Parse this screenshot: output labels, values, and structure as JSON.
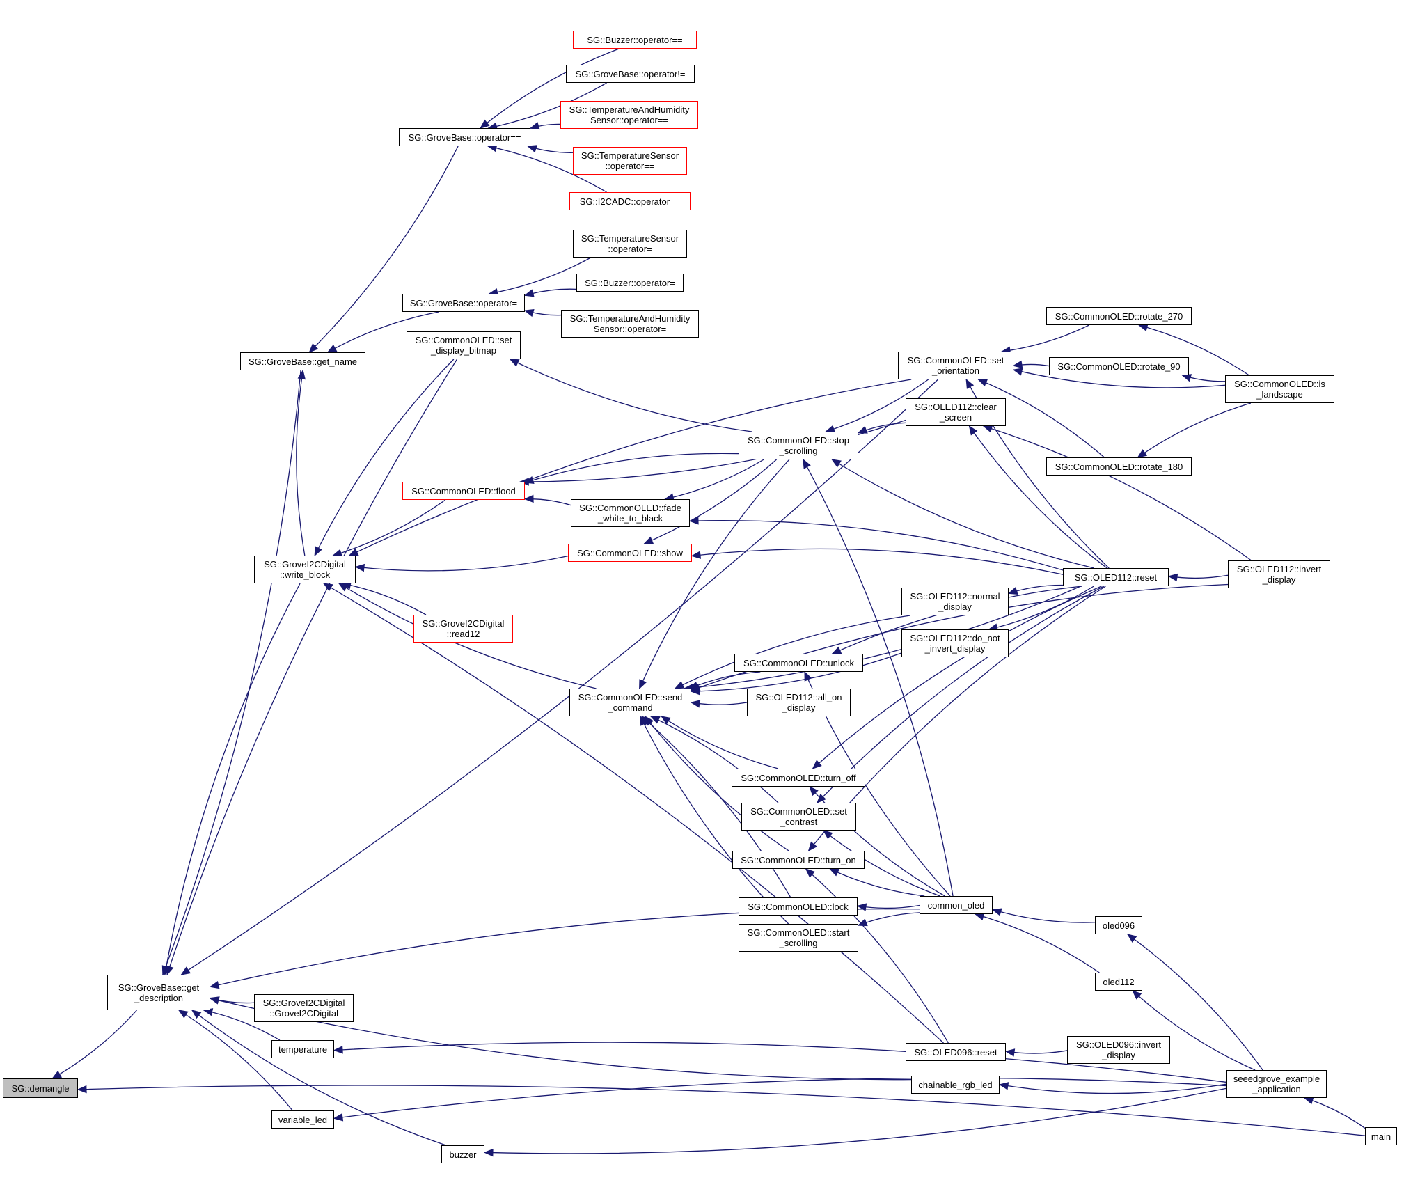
{
  "graph": {
    "type": "doxygen-caller-graph",
    "root": "demangle",
    "edge_color": "#191970",
    "highlight_border_color": "#ff0000",
    "root_fill_color": "#bfbfbf",
    "nodes": {
      "demangle": "SG::demangle",
      "get_description": "SG::GroveBase::get\n_description",
      "get_name": "SG::GroveBase::get_name",
      "gb_op_eq": "SG::GroveBase::operator==",
      "gb_op_assign": "SG::GroveBase::operator=",
      "buzzer_op_eq": "SG::Buzzer::operator==",
      "gb_op_neq": "SG::GroveBase::operator!=",
      "th_op_eq": "SG::TemperatureAndHumidity\nSensor::operator==",
      "ts_op_eq": "SG::TemperatureSensor\n::operator==",
      "i2cadc_op_eq": "SG::I2CADC::operator==",
      "ts_op_assign": "SG::TemperatureSensor\n::operator=",
      "buzzer_op_assign": "SG::Buzzer::operator=",
      "th_op_assign": "SG::TemperatureAndHumidity\nSensor::operator=",
      "set_display_bitmap": "SG::CommonOLED::set\n_display_bitmap",
      "write_block": "SG::GroveI2CDigital\n::write_block",
      "flood": "SG::CommonOLED::flood",
      "read12": "SG::GroveI2CDigital\n::read12",
      "show": "SG::CommonOLED::show",
      "fade_white_to_black": "SG::CommonOLED::fade\n_white_to_black",
      "stop_scrolling": "SG::CommonOLED::stop\n_scrolling",
      "set_orientation": "SG::CommonOLED::set\n_orientation",
      "clear_screen": "SG::OLED112::clear\n_screen",
      "rotate_270": "SG::CommonOLED::rotate_270",
      "rotate_90": "SG::CommonOLED::rotate_90",
      "rotate_180": "SG::CommonOLED::rotate_180",
      "is_landscape": "SG::CommonOLED::is\n_landscape",
      "oled112_reset": "SG::OLED112::reset",
      "oled112_invert": "SG::OLED112::invert\n_display",
      "normal_display": "SG::OLED112::normal\n_display",
      "do_not_invert": "SG::OLED112::do_not\n_invert_display",
      "unlock": "SG::CommonOLED::unlock",
      "all_on": "SG::OLED112::all_on\n_display",
      "send_command": "SG::CommonOLED::send\n_command",
      "turn_off": "SG::CommonOLED::turn_off",
      "set_contrast": "SG::CommonOLED::set\n_contrast",
      "turn_on": "SG::CommonOLED::turn_on",
      "lock": "SG::CommonOLED::lock",
      "start_scrolling": "SG::CommonOLED::start\n_scrolling",
      "common_oled": "common_oled",
      "oled096": "oled096",
      "oled112": "oled112",
      "oled096_reset": "SG::OLED096::reset",
      "oled096_invert": "SG::OLED096::invert\n_display",
      "i2c_ctor": "SG::GroveI2CDigital\n::GroveI2CDigital",
      "temperature": "temperature",
      "chainable_rgb_led": "chainable_rgb_led",
      "variable_led": "variable_led",
      "buzzer": "buzzer",
      "seeedgrove_app": "seeedgrove_example\n_application",
      "main": "main"
    },
    "red_nodes": [
      "buzzer_op_eq",
      "th_op_eq",
      "ts_op_eq",
      "i2cadc_op_eq",
      "flood",
      "read12",
      "show"
    ],
    "edges": [
      [
        "get_description",
        "demangle"
      ],
      [
        "main",
        "demangle"
      ],
      [
        "get_name",
        "get_description"
      ],
      [
        "write_block",
        "get_description"
      ],
      [
        "set_orientation",
        "get_description"
      ],
      [
        "common_oled",
        "get_description"
      ],
      [
        "i2c_ctor",
        "get_description"
      ],
      [
        "temperature",
        "get_description"
      ],
      [
        "chainable_rgb_led",
        "get_description"
      ],
      [
        "variable_led",
        "get_description"
      ],
      [
        "buzzer",
        "get_description"
      ],
      [
        "set_display_bitmap",
        "get_description"
      ],
      [
        "gb_op_eq",
        "get_name"
      ],
      [
        "gb_op_assign",
        "get_name"
      ],
      [
        "write_block",
        "get_name"
      ],
      [
        "buzzer_op_eq",
        "gb_op_eq"
      ],
      [
        "gb_op_neq",
        "gb_op_eq"
      ],
      [
        "th_op_eq",
        "gb_op_eq"
      ],
      [
        "ts_op_eq",
        "gb_op_eq"
      ],
      [
        "i2cadc_op_eq",
        "gb_op_eq"
      ],
      [
        "ts_op_assign",
        "gb_op_assign"
      ],
      [
        "buzzer_op_assign",
        "gb_op_assign"
      ],
      [
        "th_op_assign",
        "gb_op_assign"
      ],
      [
        "set_display_bitmap",
        "write_block"
      ],
      [
        "flood",
        "write_block"
      ],
      [
        "set_orientation",
        "write_block"
      ],
      [
        "show",
        "write_block"
      ],
      [
        "read12",
        "write_block"
      ],
      [
        "send_command",
        "write_block"
      ],
      [
        "oled096_reset",
        "write_block"
      ],
      [
        "stop_scrolling",
        "set_display_bitmap"
      ],
      [
        "stop_scrolling",
        "flood"
      ],
      [
        "clear_screen",
        "flood"
      ],
      [
        "fade_white_to_black",
        "flood"
      ],
      [
        "stop_scrolling",
        "fade_white_to_black"
      ],
      [
        "oled112_reset",
        "fade_white_to_black"
      ],
      [
        "stop_scrolling",
        "show"
      ],
      [
        "oled112_reset",
        "show"
      ],
      [
        "set_orientation",
        "stop_scrolling"
      ],
      [
        "clear_screen",
        "stop_scrolling"
      ],
      [
        "oled112_reset",
        "stop_scrolling"
      ],
      [
        "common_oled",
        "stop_scrolling"
      ],
      [
        "rotate_270",
        "set_orientation"
      ],
      [
        "rotate_90",
        "set_orientation"
      ],
      [
        "is_landscape",
        "set_orientation"
      ],
      [
        "rotate_180",
        "set_orientation"
      ],
      [
        "oled112_reset",
        "set_orientation"
      ],
      [
        "is_landscape",
        "rotate_270"
      ],
      [
        "is_landscape",
        "rotate_90"
      ],
      [
        "is_landscape",
        "rotate_180"
      ],
      [
        "oled112_reset",
        "clear_screen"
      ],
      [
        "oled112_invert",
        "clear_screen"
      ],
      [
        "oled112_invert",
        "oled112_reset"
      ],
      [
        "oled112_reset",
        "normal_display"
      ],
      [
        "oled112_reset",
        "do_not_invert"
      ],
      [
        "stop_scrolling",
        "send_command"
      ],
      [
        "oled112_reset",
        "send_command"
      ],
      [
        "normal_display",
        "send_command"
      ],
      [
        "do_not_invert",
        "send_command"
      ],
      [
        "unlock",
        "send_command"
      ],
      [
        "all_on",
        "send_command"
      ],
      [
        "oled112_invert",
        "send_command"
      ],
      [
        "turn_off",
        "send_command"
      ],
      [
        "set_contrast",
        "send_command"
      ],
      [
        "turn_on",
        "send_command"
      ],
      [
        "lock",
        "send_command"
      ],
      [
        "start_scrolling",
        "send_command"
      ],
      [
        "oled112_reset",
        "unlock"
      ],
      [
        "common_oled",
        "unlock"
      ],
      [
        "oled112_reset",
        "turn_off"
      ],
      [
        "common_oled",
        "turn_off"
      ],
      [
        "oled112_reset",
        "set_contrast"
      ],
      [
        "common_oled",
        "set_contrast"
      ],
      [
        "oled112_reset",
        "turn_on"
      ],
      [
        "common_oled",
        "turn_on"
      ],
      [
        "oled096_reset",
        "turn_on"
      ],
      [
        "common_oled",
        "lock"
      ],
      [
        "common_oled",
        "start_scrolling"
      ],
      [
        "oled096",
        "common_oled"
      ],
      [
        "oled112",
        "common_oled"
      ],
      [
        "oled096_invert",
        "oled096_reset"
      ],
      [
        "seeedgrove_app",
        "oled096"
      ],
      [
        "seeedgrove_app",
        "oled112"
      ],
      [
        "seeedgrove_app",
        "temperature"
      ],
      [
        "seeedgrove_app",
        "chainable_rgb_led"
      ],
      [
        "seeedgrove_app",
        "variable_led"
      ],
      [
        "seeedgrove_app",
        "buzzer"
      ],
      [
        "main",
        "seeedgrove_app"
      ]
    ]
  }
}
